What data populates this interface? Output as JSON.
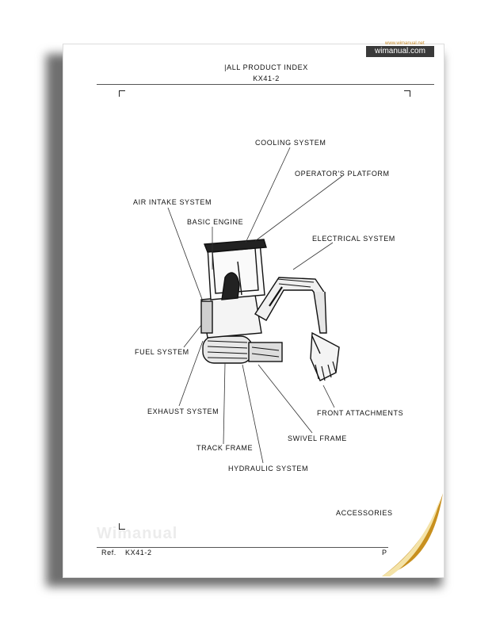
{
  "header": {
    "title": "|ALL PRODUCT INDEX",
    "model": "KX41-2"
  },
  "watermark": {
    "main": "wimanual.com",
    "small": "www.wimanual.net",
    "ghost_logo": "Wimanual"
  },
  "labels": {
    "cooling": "COOLING SYSTEM",
    "operator": "OPERATOR'S PLATFORM",
    "air_intake": "AIR INTAKE SYSTEM",
    "basic_engine": "BASIC ENGINE",
    "electrical": "ELECTRICAL SYSTEM",
    "fuel": "FUEL SYSTEM",
    "exhaust": "EXHAUST SYSTEM",
    "front_attach": "FRONT ATTACHMENTS",
    "swivel": "SWIVEL FRAME",
    "track": "TRACK FRAME",
    "hydraulic": "HYDRAULIC SYSTEM",
    "accessories": "ACCESSORIES"
  },
  "footer": {
    "ref": "Ref.",
    "model": "KX41-2",
    "page": "P"
  },
  "colors": {
    "curl_light": "#f4e3a8",
    "curl_dark": "#c8901e"
  }
}
